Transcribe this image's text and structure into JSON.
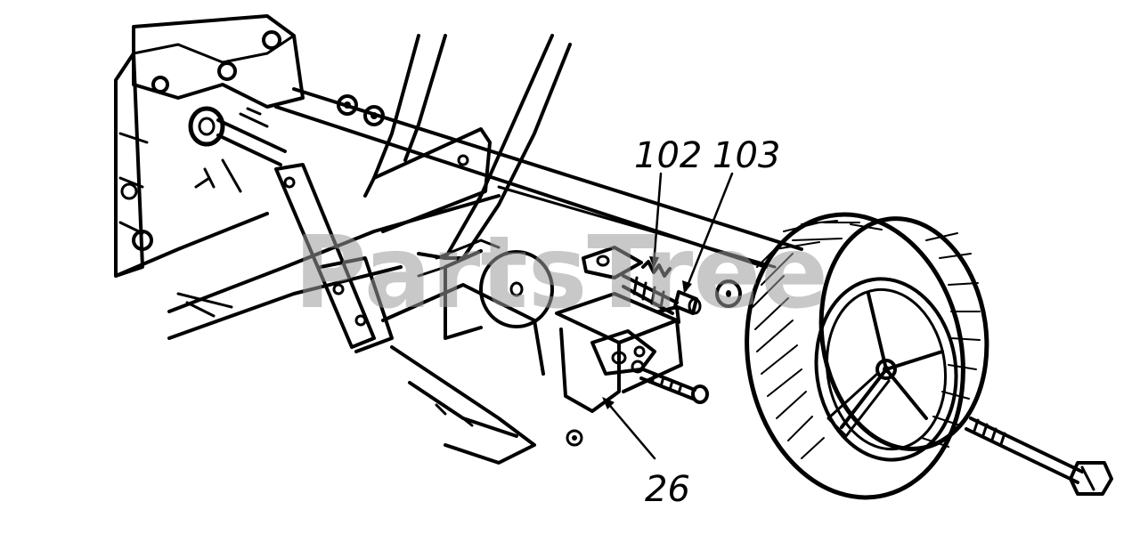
{
  "watermark": {
    "text": "PartsTree",
    "color": "#9a9a9a"
  },
  "callouts": [
    {
      "id": "102",
      "label": "102"
    },
    {
      "id": "103",
      "label": "103"
    },
    {
      "id": "26",
      "label": "26"
    }
  ],
  "colors": {
    "ink": "#000000",
    "paper": "#ffffff"
  }
}
